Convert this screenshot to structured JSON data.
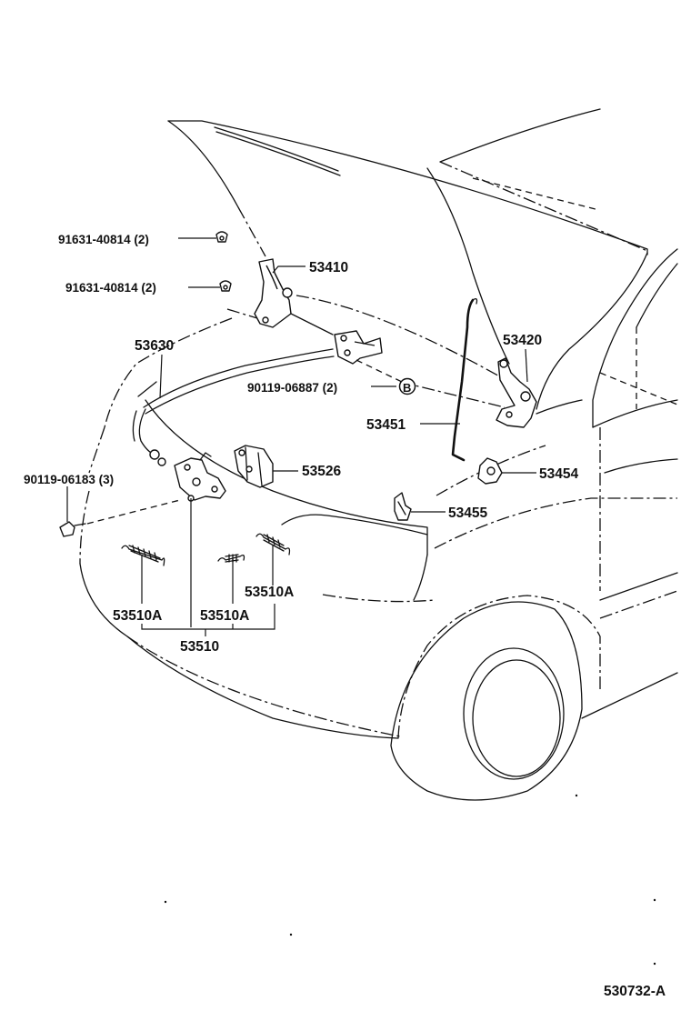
{
  "diagram": {
    "parts": {
      "bolt_upper": "91631-40814 (2)",
      "bolt_lower": "91631-40814 (2)",
      "hinge_left": "53410",
      "release_cable": "53630",
      "clip_bolt": "90119-06887 (2)",
      "clip_ref_marker": "B",
      "hinge_right": "53420",
      "support_rod": "53451",
      "rod_holder": "53454",
      "rod_retainer": "53455",
      "lock_bolt": "90119-06183 (3)",
      "lock_sub": "53526",
      "spring_a_left": "53510A",
      "spring_a_mid": "53510A",
      "spring_a_right": "53510A",
      "hood_lock_assy": "53510"
    },
    "figure_code": "530732-A"
  }
}
